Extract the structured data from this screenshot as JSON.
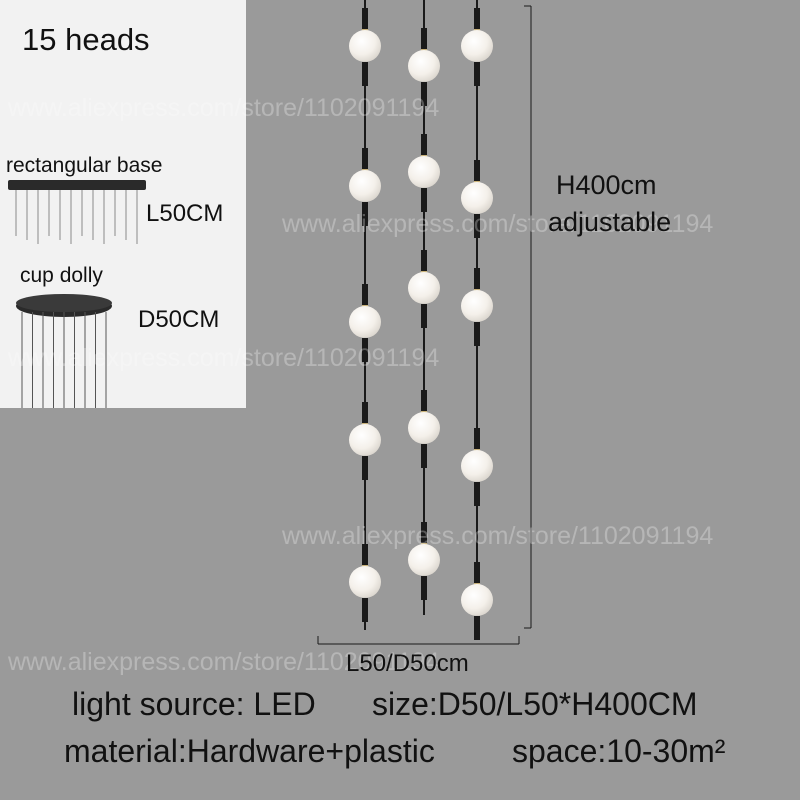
{
  "inset": {
    "heads": "15 heads",
    "rect_base_label": "rectangular base",
    "rect_base_size": "L50CM",
    "cup_label": "cup dolly",
    "cup_size": "D50CM"
  },
  "dimensions": {
    "height": "H400cm",
    "height_note": "adjustable",
    "width": "L50/D50cm"
  },
  "specs": {
    "light_source": "light source: LED",
    "size": "size:D50/L50*H400CM",
    "material": "material:Hardware+plastic",
    "space": "space:10-30m²"
  },
  "watermark": "www.aliexpress.com/store/1102091194",
  "colors": {
    "background": "#9a9a9a",
    "inset_background": "#f2f2f2",
    "globe": "#f4f0ea",
    "rod": "#1a1a1a"
  }
}
